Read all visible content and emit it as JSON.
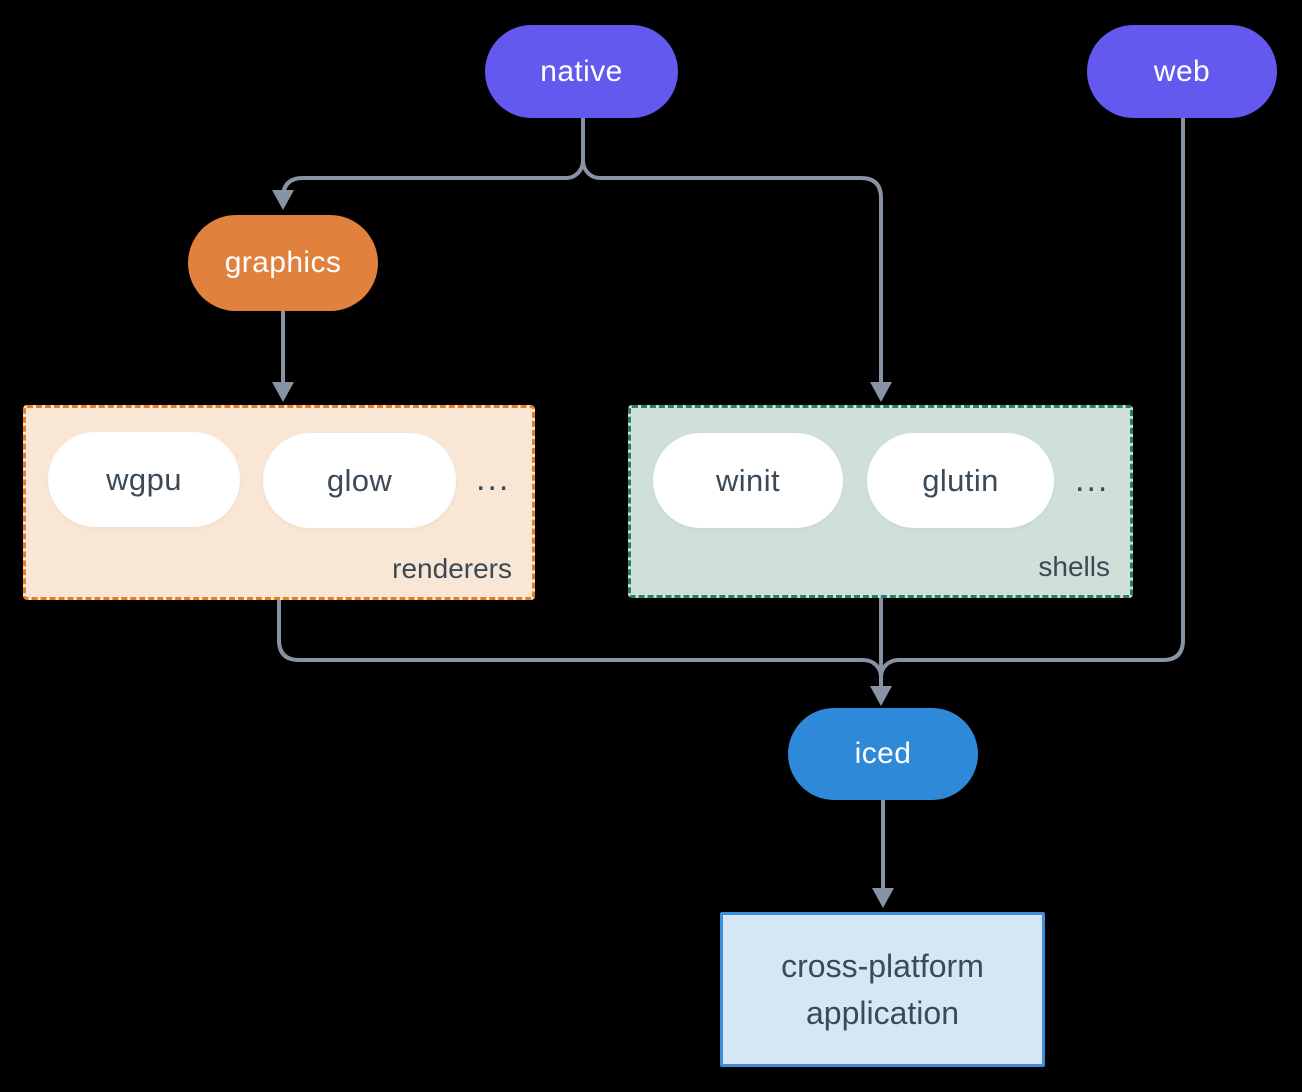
{
  "diagram": {
    "nodes": {
      "native": {
        "label": "native"
      },
      "web": {
        "label": "web"
      },
      "graphics": {
        "label": "graphics"
      },
      "iced": {
        "label": "iced"
      },
      "app": {
        "line1": "cross-platform",
        "line2": "application"
      }
    },
    "groups": {
      "renderers": {
        "label": "renderers",
        "items": [
          "wgpu",
          "glow"
        ],
        "ellipsis": "..."
      },
      "shells": {
        "label": "shells",
        "items": [
          "winit",
          "glutin"
        ],
        "ellipsis": "..."
      }
    },
    "colors": {
      "node_purple": "#6459EE",
      "node_orange": "#E0813D",
      "node_blue": "#2E8AD8",
      "renderers_fill": "#FAE6D4",
      "renderers_border": "#E67E22",
      "shells_fill": "#CFE0DA",
      "shells_border": "#2A7D6C",
      "app_fill": "#D5E6F6",
      "app_border": "#3E8ED9",
      "edge_gray": "#8793A4",
      "text_dark": "#3B4A56",
      "text_light": "#FFFFFF",
      "background": "#000000"
    }
  }
}
